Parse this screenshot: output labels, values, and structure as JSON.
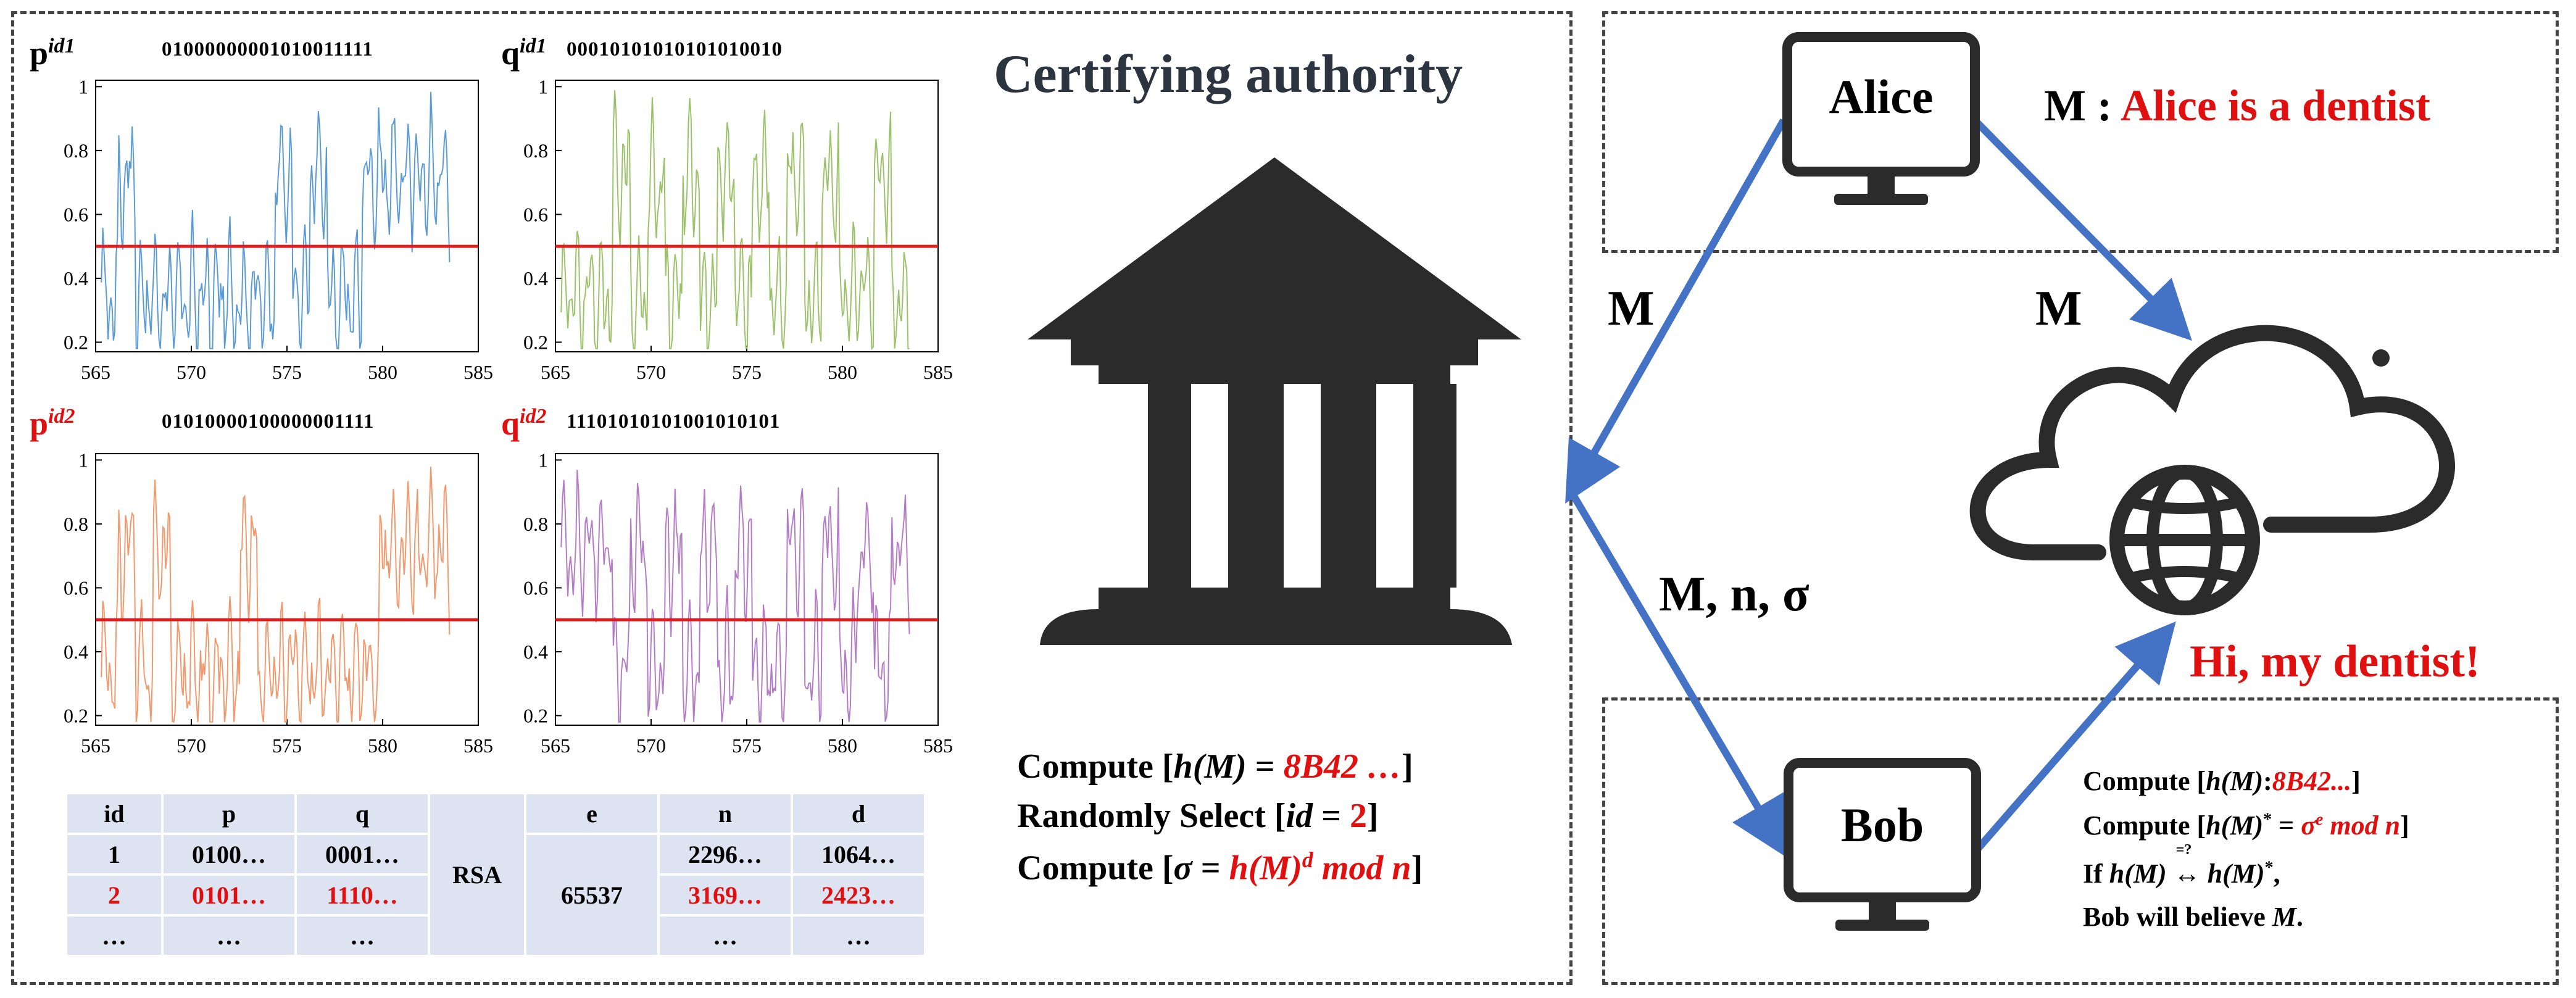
{
  "plots": [
    {
      "title": "p",
      "sup": "id1",
      "bits": "01000000001010011111",
      "highlight": false,
      "color": "#5b9bd5"
    },
    {
      "title": "q",
      "sup": "id1",
      "bits": "00010101010101010010",
      "highlight": false,
      "color": "#9bc26a"
    },
    {
      "title": "p",
      "sup": "id2",
      "bits": "01010000100000001111",
      "highlight": true,
      "color": "#f1986c"
    },
    {
      "title": "q",
      "sup": "id2",
      "bits": "11101010101001010101",
      "highlight": true,
      "color": "#b47cc7"
    }
  ],
  "axes": {
    "x_ticks": [
      "565",
      "570",
      "575",
      "580",
      "585"
    ],
    "y_ticks": [
      "1",
      "0.8",
      "0.6",
      "0.4",
      "0.2"
    ],
    "xlim": [
      565,
      585
    ],
    "ylim": [
      0.17,
      1.02
    ],
    "threshold": 0.5
  },
  "chart_data": [
    {
      "type": "line",
      "x_range": [
        565,
        585
      ],
      "ylim": [
        0.17,
        1.02
      ],
      "threshold": 0.5,
      "bits": "01000000001010011111"
    },
    {
      "type": "line",
      "x_range": [
        565,
        585
      ],
      "ylim": [
        0.17,
        1.02
      ],
      "threshold": 0.5,
      "bits": "00010101010101010010"
    },
    {
      "type": "line",
      "x_range": [
        565,
        585
      ],
      "ylim": [
        0.17,
        1.02
      ],
      "threshold": 0.5,
      "bits": "01010000100000001111"
    },
    {
      "type": "line",
      "x_range": [
        565,
        585
      ],
      "ylim": [
        0.17,
        1.02
      ],
      "threshold": 0.5,
      "bits": "11101010101001010101"
    }
  ],
  "table": {
    "headers": [
      "id",
      "p",
      "q",
      "",
      "e",
      "n",
      "d"
    ],
    "rows": [
      {
        "id": "1",
        "p": "0100…",
        "q": "0001…",
        "n": "2296…",
        "d": "1064…",
        "highlight": false
      },
      {
        "id": "2",
        "p": "0101…",
        "q": "1110…",
        "n": "3169…",
        "d": "2423…",
        "highlight": true
      },
      {
        "id": "…",
        "p": "…",
        "q": "…",
        "n": "…",
        "d": "…",
        "highlight": false
      }
    ],
    "rsa_label": "RSA",
    "e_value": "65537"
  },
  "authority": {
    "title": "Certifying authority",
    "lines": {
      "l1_pre": "Compute [",
      "l1_h": "h",
      "l1_m": "(M)",
      "l1_eq": " = ",
      "l1_val": "8B42 …",
      "l1_post": "]",
      "l2_pre": "Randomly Select  [",
      "l2_id": "id",
      "l2_eq": " = ",
      "l2_val": "2",
      "l2_post": "]",
      "l3_pre": "Compute [",
      "l3_sigma": "σ",
      "l3_eq": " = ",
      "l3_hm": "h(M)",
      "l3_d": "d",
      "l3_mod": " mod n",
      "l3_post": "]"
    }
  },
  "alice": {
    "label": "Alice",
    "msg_prefix": "M : ",
    "msg_text": "Alice is a dentist"
  },
  "bob": {
    "label": "Bob",
    "c1_pre": "Compute [",
    "c1_h": "h(M)",
    "c1_colon": ":",
    "c1_val": "8B42...",
    "c1_post": "]",
    "c2_pre": "Compute [",
    "c2_h": "h(M)",
    "c2_star": "*",
    "c2_eq": " = ",
    "c2_sig": "σ",
    "c2_e": "e",
    "c2_mod": " mod n",
    "c2_post": "]",
    "c3_pre": "If ",
    "c3_h": "h(M)",
    "c3_q": "=?",
    "c3_arrow": "↔",
    "c3_h2": "h(M)",
    "c3_star": "*",
    "c3_post": ",",
    "c4_pre": "Bob will believe ",
    "c4_m": "M",
    "c4_post": "."
  },
  "arrows": {
    "left_m": "M",
    "mid_m": "M",
    "mns": "M, n, σ"
  },
  "cloud_text": "Hi, my dentist!",
  "colors": {
    "accent_red": "#e01010",
    "arrow_blue": "#4472c4",
    "icon_dark": "#2b2b2b",
    "threshold_red": "#e02020",
    "table_bg": "#dde3f0"
  }
}
